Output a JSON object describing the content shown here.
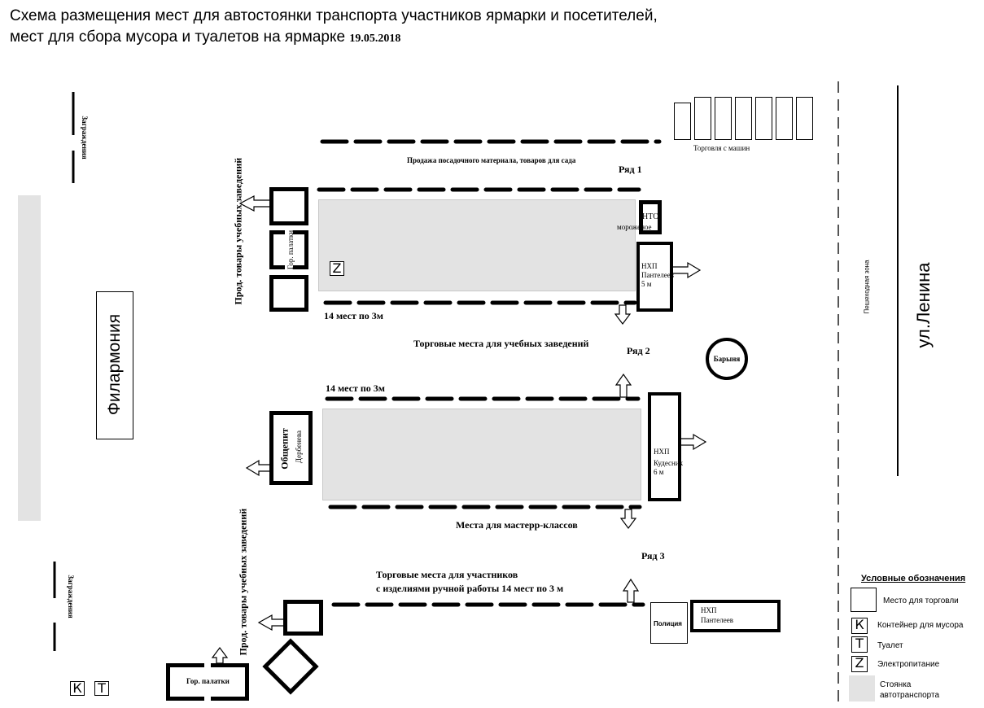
{
  "title": {
    "line1": "Схема размещения мест для автостоянки транспорта участников ярмарки и посетителей,",
    "line2": "мест для сбора мусора и туалетов на ярмарке",
    "date": "19.05.2018"
  },
  "labels": {
    "barrier": "Заграждения",
    "philharmonic": "Филармония",
    "street": "ул.Ленина",
    "pedestrian_zone": "Пешеходная зона",
    "car_trade": "Торговля с машин",
    "garden_sales": "Продажа посадочного материала, товаров для сада",
    "row1": "Ряд 1",
    "row2": "Ряд 2",
    "row3": "Ряд 3",
    "school_goods": "Прод. товары учебных заведений",
    "city_tents": "Гор. палатки",
    "nto": "НТО",
    "ice_cream": "мороженое",
    "nhp": "НХП",
    "panteleev": "Пантелеев",
    "five_m": "5 м",
    "places_14": "14 мест по 3м",
    "school_places": "Торговые места для учебных заведений",
    "barynya": "Барыня",
    "catering": "Общепит",
    "derbeneva": "Дербенева",
    "kudesnik": "Кудесник",
    "six_m": "6 м",
    "master_classes": "Места для мастерр-классов",
    "handmade_line1": "Торговые места для  участников",
    "handmade_line2": "с изделиями ручной работы 14 мест по 3 м",
    "police": "Полиция"
  },
  "icons": {
    "k": "К",
    "t": "Т",
    "z": "Z"
  },
  "legend": {
    "title": "Условные обозначения",
    "items": [
      {
        "icon": "trade-place",
        "label": "Место для торговли"
      },
      {
        "icon": "К",
        "label": "Контейнер для мусора"
      },
      {
        "icon": "Т",
        "label": "Туалет"
      },
      {
        "icon": "Z",
        "label": "Электропитание"
      },
      {
        "icon": "parking",
        "label": "Стоянка автотранспорта"
      }
    ]
  },
  "colors": {
    "parking": "#e3e3e3",
    "lines": "#000000"
  }
}
